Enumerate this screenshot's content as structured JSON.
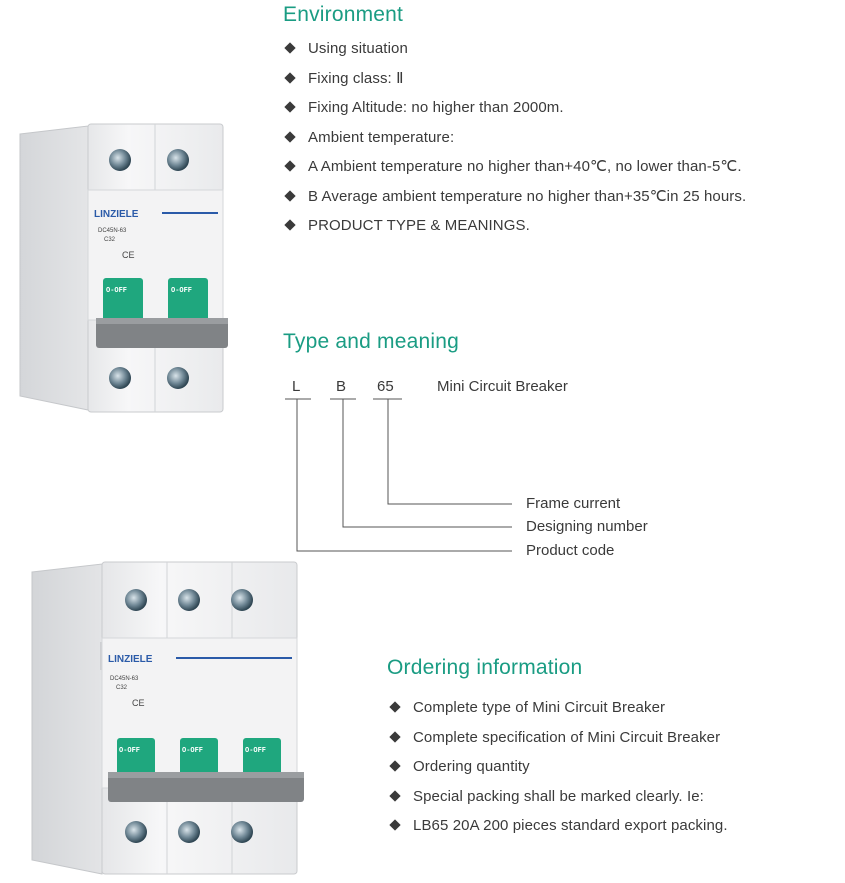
{
  "environment": {
    "heading": "Environment",
    "items": [
      "Using situation",
      "Fixing class: Ⅱ",
      "Fixing Altitude: no higher than 2000m.",
      "Ambient temperature:",
      "A Ambient temperature no higher than+40℃, no lower than-5℃.",
      "B Average ambient temperature no higher than+35℃in 25 hours.",
      "PRODUCT TYPE & MEANINGS."
    ]
  },
  "type_meaning": {
    "heading": "Type and meaning",
    "code_letters": [
      "L",
      "B",
      "65"
    ],
    "description": "Mini Circuit Breaker",
    "labels": [
      "Frame current",
      "Designing number",
      "Product code"
    ]
  },
  "ordering": {
    "heading": "Ordering information",
    "items": [
      "Complete type of Mini Circuit Breaker",
      "Complete specification of Mini Circuit Breaker",
      "Ordering quantity",
      "Special packing shall be marked clearly. Ie:",
      "LB65 20A 200 pieces standard export packing."
    ]
  },
  "product_images": {
    "brand": "LINZIELE",
    "model": "DC45N-63",
    "rating": "C32",
    "lever_label": "O-OFF",
    "ce_mark": "CE"
  },
  "colors": {
    "heading": "#1a9c83",
    "text": "#3a3a3a",
    "lever": "#1fa77e",
    "brand": "#2a5aa8"
  }
}
